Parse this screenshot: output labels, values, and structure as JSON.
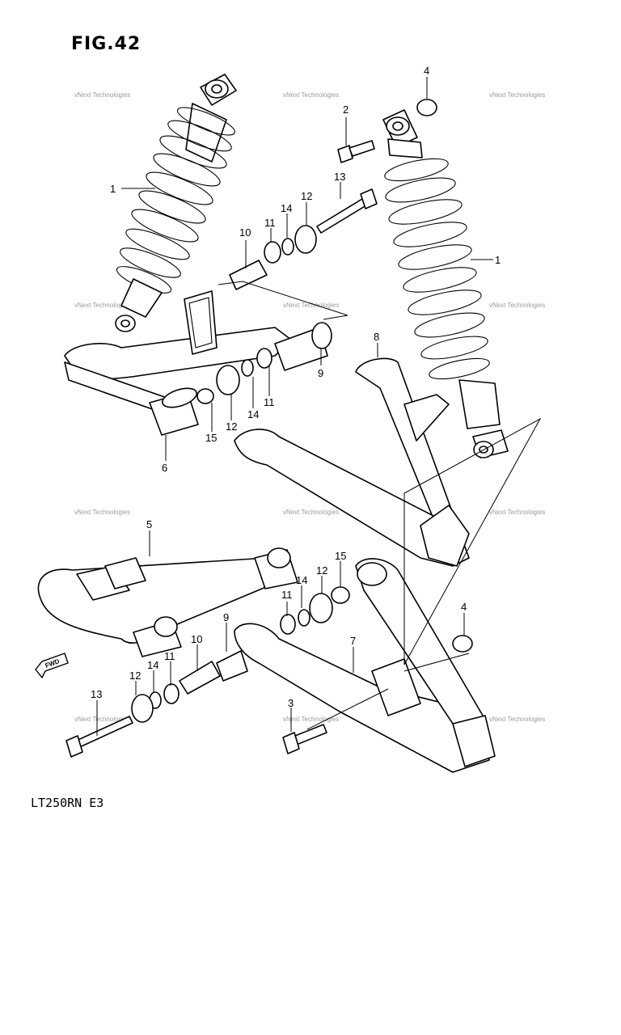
{
  "figure": {
    "title": "FIG.42",
    "model_code": "LT250RN  E3"
  },
  "watermark": {
    "text": "vNext Technologies"
  },
  "fwd_label": "FWD",
  "callouts": [
    {
      "id": "c1a",
      "label": "1"
    },
    {
      "id": "c1b",
      "label": "1"
    },
    {
      "id": "c2",
      "label": "2"
    },
    {
      "id": "c3",
      "label": "3"
    },
    {
      "id": "c4a",
      "label": "4"
    },
    {
      "id": "c4b",
      "label": "4"
    },
    {
      "id": "c5",
      "label": "5"
    },
    {
      "id": "c6",
      "label": "6"
    },
    {
      "id": "c7",
      "label": "7"
    },
    {
      "id": "c8",
      "label": "8"
    },
    {
      "id": "c9a",
      "label": "9"
    },
    {
      "id": "c9b",
      "label": "9"
    },
    {
      "id": "c10a",
      "label": "10"
    },
    {
      "id": "c10b",
      "label": "10"
    },
    {
      "id": "c11a",
      "label": "11"
    },
    {
      "id": "c11b",
      "label": "11"
    },
    {
      "id": "c11c",
      "label": "11"
    },
    {
      "id": "c11d",
      "label": "11"
    },
    {
      "id": "c12a",
      "label": "12"
    },
    {
      "id": "c12b",
      "label": "12"
    },
    {
      "id": "c12c",
      "label": "12"
    },
    {
      "id": "c12d",
      "label": "12"
    },
    {
      "id": "c13a",
      "label": "13"
    },
    {
      "id": "c13b",
      "label": "13"
    },
    {
      "id": "c14a",
      "label": "14"
    },
    {
      "id": "c14b",
      "label": "14"
    },
    {
      "id": "c14c",
      "label": "14"
    },
    {
      "id": "c14d",
      "label": "14"
    },
    {
      "id": "c15a",
      "label": "15"
    },
    {
      "id": "c15b",
      "label": "15"
    }
  ]
}
